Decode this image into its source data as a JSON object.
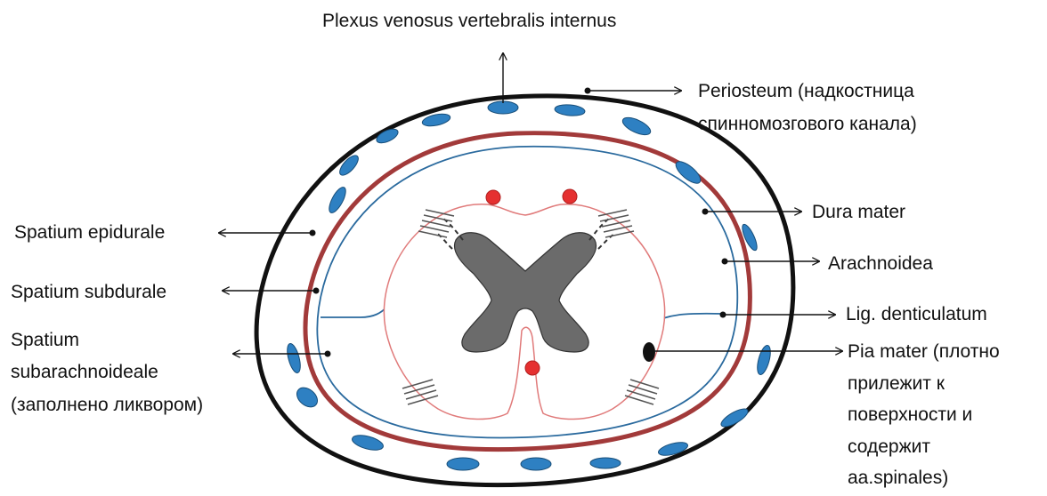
{
  "labels": {
    "plexus": "Plexus venosus vertebralis internus",
    "periosteum_1": "Periosteum (надкостница",
    "periosteum_2": "спинномозгового канала)",
    "dura": "Dura mater",
    "arachnoidea": "Arachnoidea",
    "lig": "Lig. denticulatum",
    "pia_1": "Pia mater (плотно",
    "pia_2": "прилежит к",
    "pia_3": "поверхности  и",
    "pia_4": "содержит",
    "pia_5": "aa.spinales)",
    "epidurale": "Spatium epidurale",
    "subdurale": "Spatium subdurale",
    "subarach_1": "Spatium",
    "subarach_2": "subarachnoideale",
    "subarach_3": "(заполнено ликвором)"
  },
  "colors": {
    "outline": "#111111",
    "vein_fill": "#2e80c2",
    "dura": "#a23a3a",
    "arachnoid": "#2a6a9e",
    "pia": "#e07a7a",
    "grey_matter": "#6b6b6b",
    "artery": "#e53030"
  }
}
